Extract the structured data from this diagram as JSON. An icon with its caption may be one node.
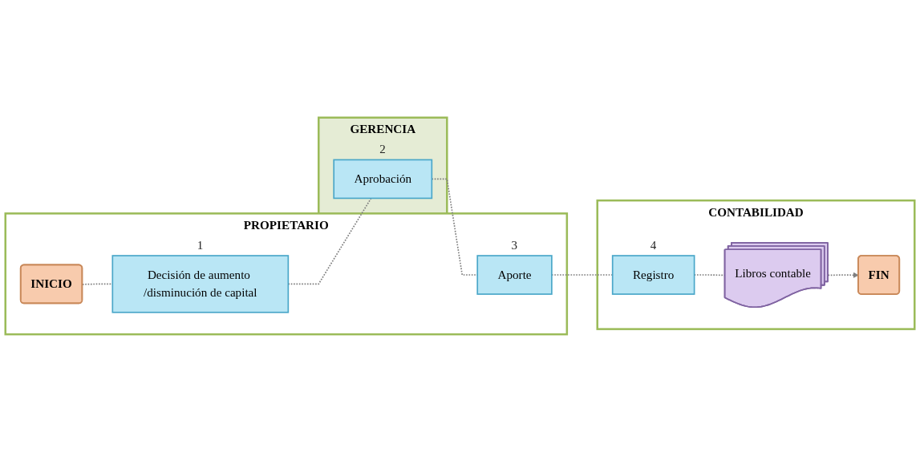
{
  "diagram": {
    "nodes": [
      {
        "text": [
          "PROPIETARIO"
        ]
      },
      {
        "text": [
          "GERENCIA"
        ]
      },
      {
        "text": [
          "CONTABILIDAD"
        ]
      },
      {
        "text": [
          "INICIO"
        ],
        "in": 0
      },
      {
        "text": [
          "Decisión de aumento /disminución de capital"
        ],
        "in": 0,
        "beside": [
          "1"
        ]
      },
      {
        "text": [
          "Aprobación"
        ],
        "in": 1,
        "beside": [
          "2"
        ]
      },
      {
        "text": [
          "Aporte"
        ],
        "in": 0,
        "beside": [
          "3"
        ]
      },
      {
        "text": [
          "Registro"
        ],
        "in": 2,
        "beside": [
          "4"
        ]
      },
      {
        "text": [
          "Libros contable"
        ],
        "in": 2
      },
      {
        "text": [
          "FIN"
        ],
        "in": 2
      }
    ],
    "edges": [
      {
        "from": 3,
        "to": 4,
        "arrow": "none",
        "style": "dashed"
      },
      {
        "from": 4,
        "to": 5,
        "arrow": "none",
        "style": "dashed"
      },
      {
        "from": 5,
        "to": 6,
        "arrow": "none",
        "style": "dashed"
      },
      {
        "from": 6,
        "to": 7,
        "arrow": "none",
        "style": "dashed"
      },
      {
        "from": 7,
        "to": 8,
        "arrow": "none",
        "style": "dashed"
      },
      {
        "from": 8,
        "to": 9,
        "arrow": "to",
        "style": "dashed"
      }
    ]
  }
}
